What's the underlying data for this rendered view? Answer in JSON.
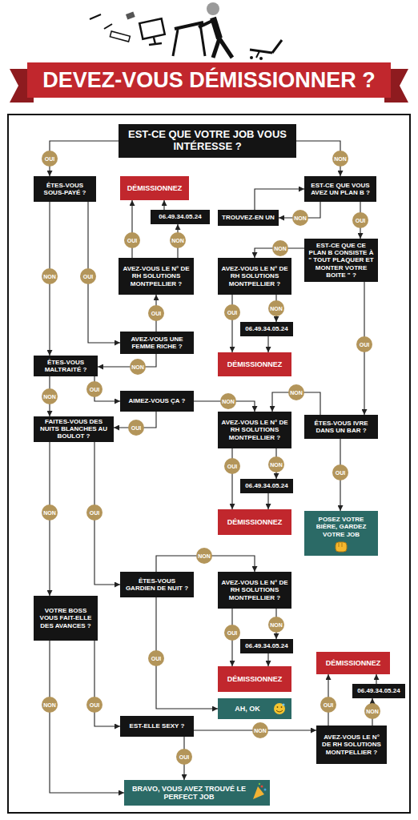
{
  "diagram": {
    "title": "DEVEZ-VOUS DÉMISSIONNER ?",
    "nodes": [
      {
        "text": [
          "EST-CE QUE VOTRE JOB VOUS INTÉRESSE ?"
        ]
      },
      {
        "text": [
          "ÊTES-VOUS SOUS-PAYÉ ?"
        ]
      },
      {
        "text": [
          "DÉMISSIONNEZ"
        ]
      },
      {
        "text": [
          "06.49.34.05.24"
        ]
      },
      {
        "text": [
          "EST-CE QUE VOUS AVEZ UN PLAN B ?"
        ]
      },
      {
        "text": [
          "TROUVEZ-EN UN"
        ]
      },
      {
        "text": [
          "AVEZ-VOUS LE N° DE RH SOLUTIONS MONTPELLIER ?"
        ]
      },
      {
        "text": [
          "EST-CE QUE CE PLAN B CONSISTE À \" TOUT PLAQUER ET MONTER VOTRE BOITE \" ?"
        ]
      },
      {
        "text": [
          "AVEZ-VOUS LE N° DE RH SOLUTIONS MONTPELLIER ?"
        ]
      },
      {
        "text": [
          "AVEZ-VOUS UNE FEMME RICHE ?"
        ]
      },
      {
        "text": [
          "06.49.34.05.24"
        ]
      },
      {
        "text": [
          "DÉMISSIONNEZ"
        ]
      },
      {
        "text": [
          "ÊTES-VOUS MALTRAITÉ ?"
        ]
      },
      {
        "text": [
          "AIMEZ-VOUS ÇA ?"
        ]
      },
      {
        "text": [
          "FAITES-VOUS DES NUITS BLANCHES AU BOULOT ?"
        ]
      },
      {
        "text": [
          "AVEZ-VOUS LE N° DE RH SOLUTIONS MONTPELLIER ?"
        ]
      },
      {
        "text": [
          "ÊTES-VOUS IVRE DANS UN BAR ?"
        ]
      },
      {
        "text": [
          "06.49.34.05.24"
        ]
      },
      {
        "text": [
          "DÉMISSIONNEZ"
        ]
      },
      {
        "text": [
          "POSEZ VOTRE BIÈRE, GARDEZ VOTRE JOB"
        ]
      },
      {
        "text": [
          "ÊTES-VOUS GARDIEN DE NUIT ?"
        ]
      },
      {
        "text": [
          "AVEZ-VOUS LE N° DE RH SOLUTIONS MONTPELLIER ?"
        ]
      },
      {
        "text": [
          "VOTRE BOSS VOUS FAIT-ELLE DES AVANCES ?"
        ]
      },
      {
        "text": [
          "06.49.34.05.24"
        ]
      },
      {
        "text": [
          "DÉMISSIONNEZ"
        ]
      },
      {
        "text": [
          "DÉMISSIONNEZ"
        ]
      },
      {
        "text": [
          "AH, OK"
        ]
      },
      {
        "text": [
          "06.49.34.05.24"
        ]
      },
      {
        "text": [
          "EST-ELLE SEXY ?"
        ]
      },
      {
        "text": [
          "AVEZ-VOUS LE N° DE RH SOLUTIONS MONTPELLIER ?"
        ]
      },
      {
        "text": [
          "BRAVO, VOUS AVEZ TROUVÉ LE PERFECT JOB"
        ]
      }
    ],
    "edges": [
      {
        "from": 0,
        "to": 1,
        "label": "OUI",
        "arrow": "to"
      },
      {
        "from": 0,
        "to": 4,
        "label": "NON",
        "arrow": "to"
      },
      {
        "from": 1,
        "to": 9,
        "label": "OUI",
        "arrow": "to"
      },
      {
        "from": 1,
        "to": 12,
        "label": "NON",
        "arrow": "to"
      },
      {
        "from": 9,
        "to": 6,
        "label": "OUI",
        "arrow": "to"
      },
      {
        "from": 9,
        "to": 12,
        "label": "NON",
        "arrow": "to"
      },
      {
        "from": 6,
        "to": 2,
        "label": "OUI",
        "arrow": "to"
      },
      {
        "from": 6,
        "to": 3,
        "label": "NON",
        "arrow": "to"
      },
      {
        "from": 3,
        "to": 2,
        "arrow": "to"
      },
      {
        "from": 4,
        "to": 5,
        "label": "NON",
        "arrow": "to"
      },
      {
        "from": 5,
        "to": 4,
        "arrow": "to"
      },
      {
        "from": 4,
        "to": 7,
        "label": "OUI",
        "arrow": "to"
      },
      {
        "from": 7,
        "to": 8,
        "label": "NON",
        "arrow": "to"
      },
      {
        "from": 7,
        "to": 16,
        "label": "OUI",
        "arrow": "to"
      },
      {
        "from": 8,
        "to": 11,
        "label": "OUI",
        "arrow": "to"
      },
      {
        "from": 8,
        "to": 10,
        "label": "NON",
        "arrow": "to"
      },
      {
        "from": 10,
        "to": 11,
        "arrow": "to"
      },
      {
        "from": 12,
        "to": 13,
        "label": "OUI",
        "arrow": "to"
      },
      {
        "from": 12,
        "to": 14,
        "label": "NON",
        "arrow": "to"
      },
      {
        "from": 13,
        "to": 15,
        "label": "NON",
        "arrow": "to"
      },
      {
        "from": 13,
        "to": 14,
        "label": "OUI",
        "arrow": "to"
      },
      {
        "from": 16,
        "to": 15,
        "label": "NON",
        "arrow": "to"
      },
      {
        "from": 16,
        "to": 19,
        "label": "OUI",
        "arrow": "to"
      },
      {
        "from": 15,
        "to": 18,
        "label": "OUI",
        "arrow": "to"
      },
      {
        "from": 15,
        "to": 17,
        "label": "NON",
        "arrow": "to"
      },
      {
        "from": 17,
        "to": 18,
        "arrow": "to"
      },
      {
        "from": 14,
        "to": 22,
        "label": "NON",
        "arrow": "to"
      },
      {
        "from": 14,
        "to": 20,
        "label": "OUI",
        "arrow": "to"
      },
      {
        "from": 20,
        "to": 21,
        "label": "NON",
        "arrow": "to"
      },
      {
        "from": 20,
        "to": 26,
        "label": "OUI",
        "arrow": "to"
      },
      {
        "from": 21,
        "to": 24,
        "label": "OUI",
        "arrow": "to"
      },
      {
        "from": 21,
        "to": 23,
        "label": "NON",
        "arrow": "to"
      },
      {
        "from": 23,
        "to": 24,
        "arrow": "to"
      },
      {
        "from": 22,
        "to": 30,
        "label": "NON",
        "arrow": "to"
      },
      {
        "from": 22,
        "to": 28,
        "label": "OUI",
        "arrow": "to"
      },
      {
        "from": 28,
        "to": 29,
        "label": "NON",
        "arrow": "to"
      },
      {
        "from": 28,
        "to": 30,
        "label": "OUI",
        "arrow": "to"
      },
      {
        "from": 29,
        "to": 25,
        "label": "OUI",
        "arrow": "to"
      },
      {
        "from": 29,
        "to": 27,
        "label": "NON",
        "arrow": "to"
      },
      {
        "from": 27,
        "to": 25,
        "arrow": "to"
      }
    ]
  }
}
